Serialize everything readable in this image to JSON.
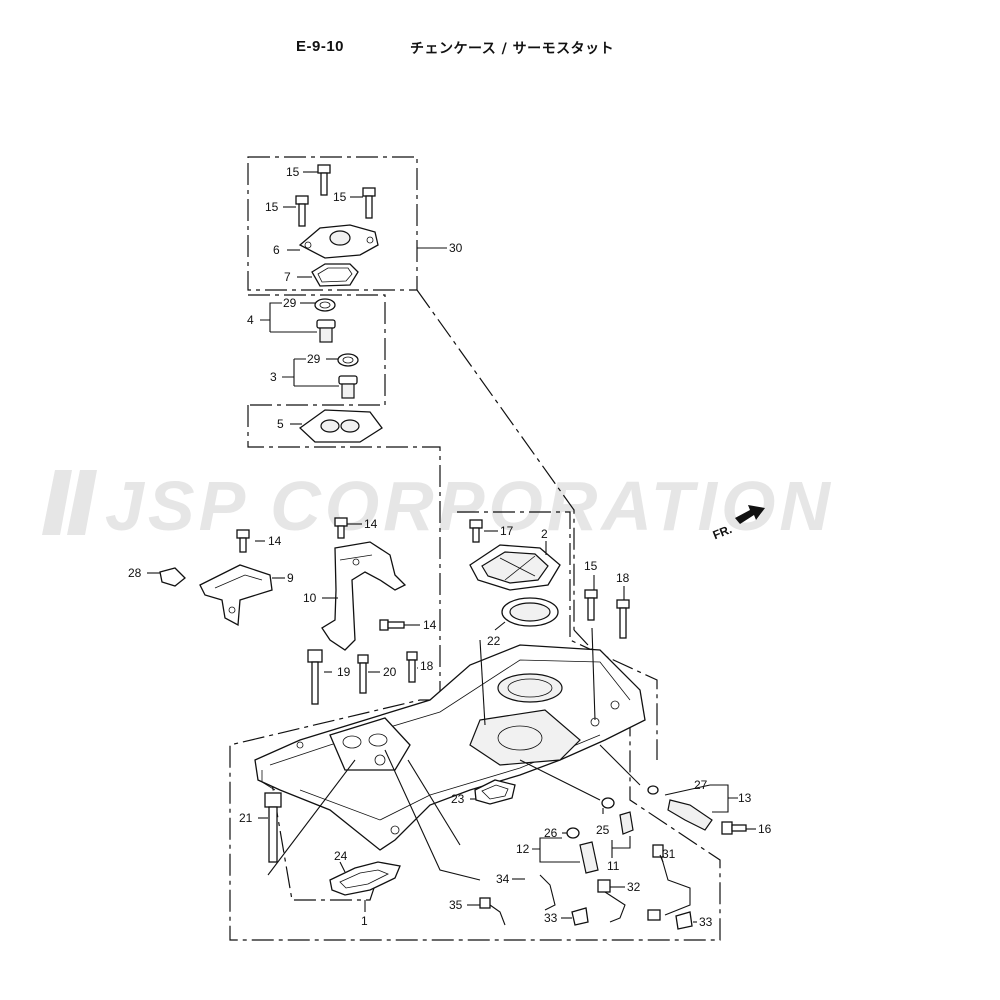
{
  "header": {
    "code": "E-9-10",
    "title": "チェンケース / サーモスタット"
  },
  "watermark": "JSP CORPORATION",
  "direction_marker": "FR.",
  "callouts": {
    "c1": "1",
    "c2": "2",
    "c3": "3",
    "c4": "4",
    "c5": "5",
    "c6": "6",
    "c7": "7",
    "c9": "9",
    "c10": "10",
    "c11": "11",
    "c12": "12",
    "c13": "13",
    "c14a": "14",
    "c14b": "14",
    "c14c": "14",
    "c15a": "15",
    "c15b": "15",
    "c15c": "15",
    "c15d": "15",
    "c16": "16",
    "c17": "17",
    "c18a": "18",
    "c18b": "18",
    "c19": "19",
    "c20": "20",
    "c21": "21",
    "c22": "22",
    "c23": "23",
    "c24": "24",
    "c25": "25",
    "c26": "26",
    "c27": "27",
    "c28": "28",
    "c29a": "29",
    "c29b": "29",
    "c30": "30",
    "c31": "31",
    "c32": "32",
    "c33a": "33",
    "c33b": "33",
    "c34": "34",
    "c35": "35"
  }
}
